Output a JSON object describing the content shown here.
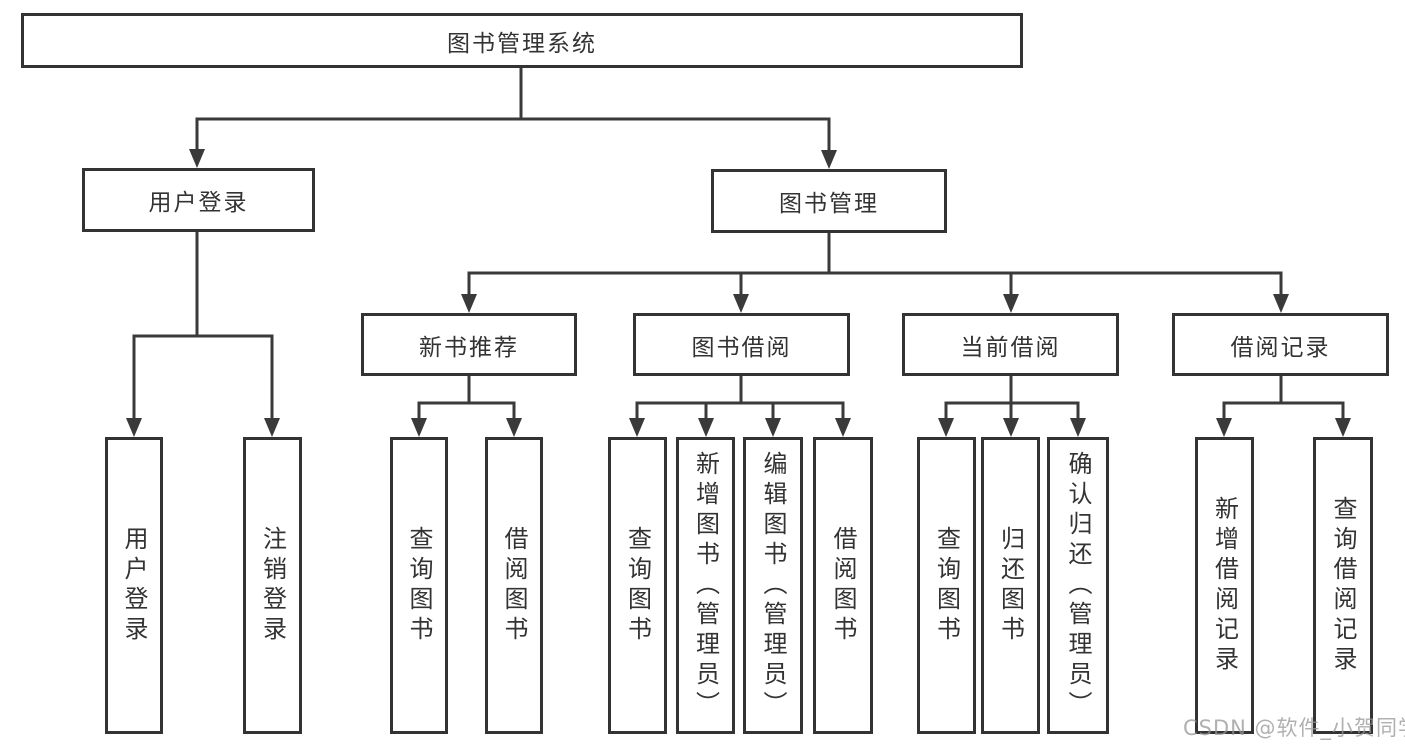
{
  "diagram": {
    "root": {
      "label": "图书管理系统"
    },
    "branches": [
      {
        "label": "用户登录",
        "children": [
          {
            "label": "用户登录"
          },
          {
            "label": "注销登录"
          }
        ]
      },
      {
        "label": "图书管理",
        "children": [
          {
            "label": "新书推荐",
            "children": [
              {
                "label": "查询图书"
              },
              {
                "label": "借阅图书"
              }
            ]
          },
          {
            "label": "图书借阅",
            "children": [
              {
                "label": "查询图书"
              },
              {
                "label": "新增图书（管理员）"
              },
              {
                "label": "编辑图书（管理员）"
              },
              {
                "label": "借阅图书"
              }
            ]
          },
          {
            "label": "当前借阅",
            "children": [
              {
                "label": "查询图书"
              },
              {
                "label": "归还图书"
              },
              {
                "label": "确认归还（管理员）"
              }
            ]
          },
          {
            "label": "借阅记录",
            "children": [
              {
                "label": "新增借阅记录"
              },
              {
                "label": "查询借阅记录"
              }
            ]
          }
        ]
      }
    ],
    "watermark": "CSDN @软件_小贺同学",
    "colors": {
      "line": "#3a3a3a",
      "border": "#333333",
      "text": "#333333",
      "watermark": "#b5b5b5",
      "background": "#ffffff"
    }
  }
}
